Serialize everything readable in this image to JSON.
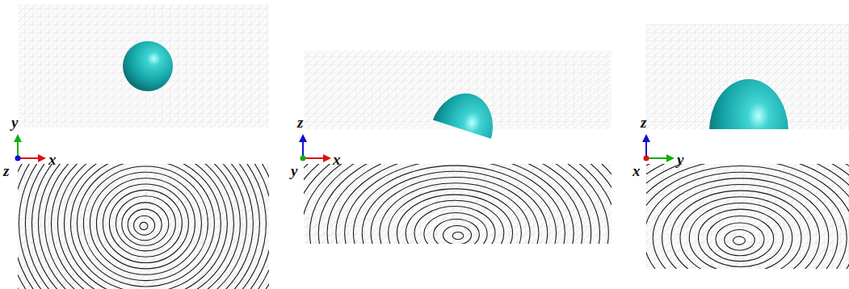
{
  "diagram": {
    "labels": [
      "y",
      "x",
      "z",
      "z",
      "x",
      "y",
      "z",
      "y",
      "x"
    ]
  }
}
